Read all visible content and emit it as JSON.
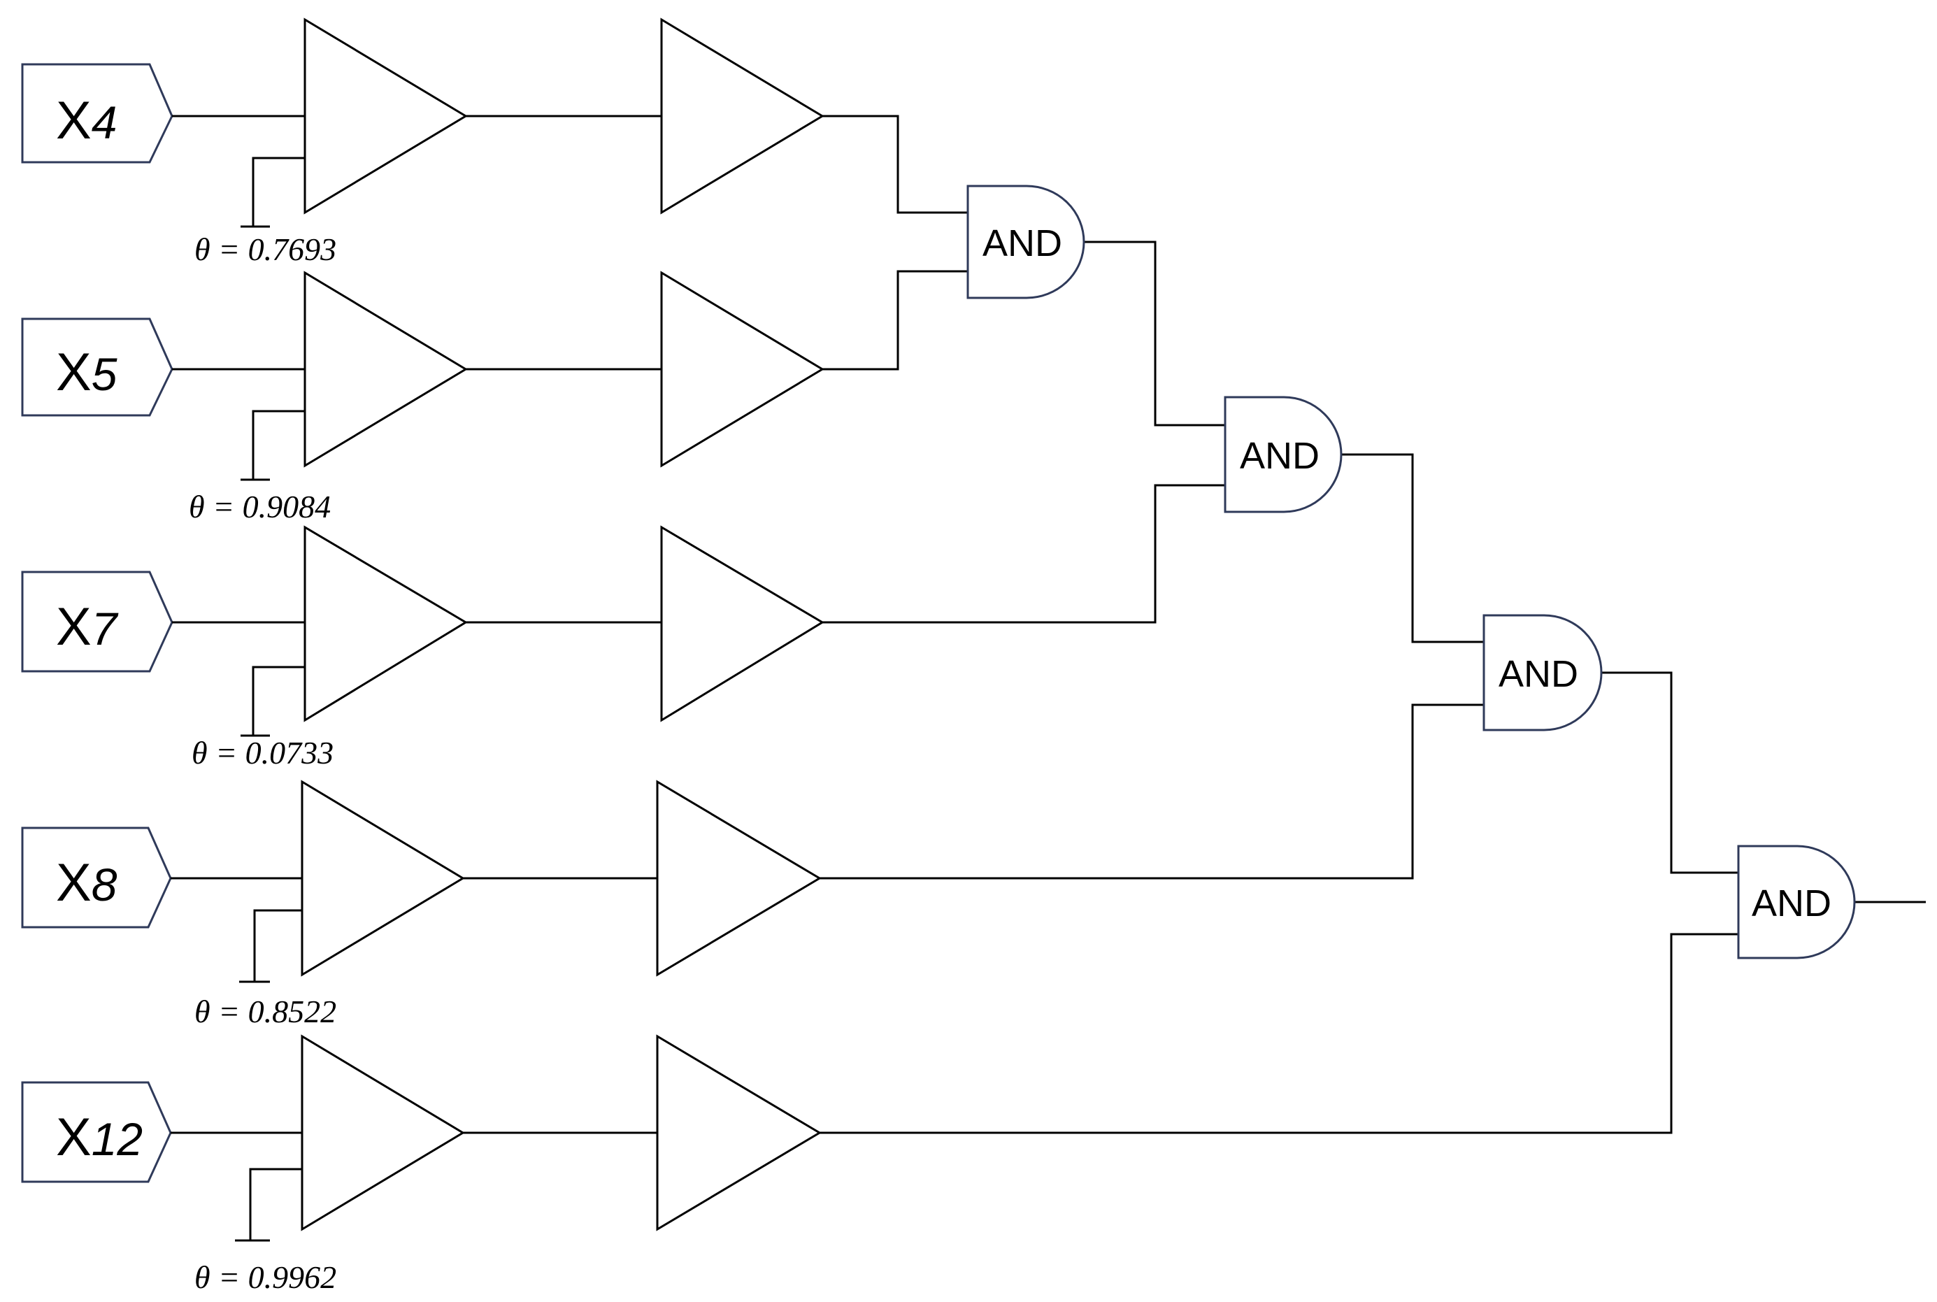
{
  "inputs": [
    {
      "prefix": "X",
      "index": "4",
      "theta": "θ = 0.7693"
    },
    {
      "prefix": "X",
      "index": "5",
      "theta": "θ = 0.9084"
    },
    {
      "prefix": "X",
      "index": "7",
      "theta": "θ = 0.0733"
    },
    {
      "prefix": "X",
      "index": "8",
      "theta": "θ = 0.8522"
    },
    {
      "prefix": "X",
      "index": "12",
      "theta": "θ = 0.9962"
    }
  ],
  "gates": [
    {
      "label": "AND"
    },
    {
      "label": "AND"
    },
    {
      "label": "AND"
    },
    {
      "label": "AND"
    }
  ],
  "colors": {
    "line": "#000000",
    "port_outline": "#2f3a5a",
    "gate_outline": "#2f3a5a"
  }
}
